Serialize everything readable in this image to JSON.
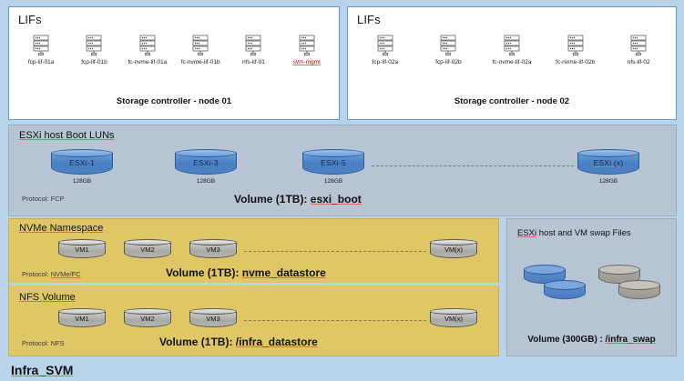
{
  "diagram": {
    "svm_label": "Infra_SVM"
  },
  "nodes": [
    {
      "panel_title": "LIFs",
      "caption": "Storage controller - node 01",
      "lifs": [
        {
          "label": "fcp-lif-01a",
          "icon": "server-rack-icon",
          "flagged": false
        },
        {
          "label": "fcp-lif-01b",
          "icon": "server-rack-icon",
          "flagged": false
        },
        {
          "label": "fc-nvme-lif-01a",
          "icon": "server-rack-icon",
          "flagged": false
        },
        {
          "label": "fc-nvme-lif-01b",
          "icon": "server-rack-icon",
          "flagged": false
        },
        {
          "label": "nfs-lif-01",
          "icon": "server-rack-icon",
          "flagged": false
        },
        {
          "label": "svm-mgmt",
          "icon": "server-rack-icon",
          "flagged": true
        }
      ]
    },
    {
      "panel_title": "LIFs",
      "caption": "Storage controller - node 02",
      "lifs": [
        {
          "label": "fcp-lif-02a",
          "icon": "server-rack-icon",
          "flagged": false
        },
        {
          "label": "fcp-lif-02b",
          "icon": "server-rack-icon",
          "flagged": false
        },
        {
          "label": "fc-nvme-lif-02a",
          "icon": "server-rack-icon",
          "flagged": false
        },
        {
          "label": "fc-nvme-lif-02b",
          "icon": "server-rack-icon",
          "flagged": false
        },
        {
          "label": "nfs-lif-02",
          "icon": "server-rack-icon",
          "flagged": false
        }
      ]
    }
  ],
  "boot_luns": {
    "title": "ESXi host Boot LUNs",
    "protocol": "Protocol: FCP",
    "protocol_prefix": "Protocol: ",
    "protocol_value": "FCP",
    "volume_prefix": "Volume (1TB): ",
    "volume_name": "esxi_boot",
    "luns": [
      {
        "label": "ESXi-1",
        "size": "128GB",
        "flagged": false
      },
      {
        "label": "ESXi-3",
        "size": "128GB",
        "flagged": false
      },
      {
        "label": "ESXi-5",
        "size": "128GB",
        "flagged": false
      },
      {
        "label": "ESXi (x)",
        "size": "128GB",
        "flagged": true
      }
    ]
  },
  "nvme_namespace": {
    "title": "NVMe Namespace",
    "protocol_prefix": "Protocol: ",
    "protocol_value": "NVMe/FC",
    "volume_prefix": "Volume (1TB): ",
    "volume_name": "nvme_datastore",
    "vms": [
      {
        "label": "VM1"
      },
      {
        "label": "VM2"
      },
      {
        "label": "VM3"
      },
      {
        "label": "VM(x)"
      }
    ]
  },
  "nfs_volume": {
    "title": "NFS Volume",
    "protocol_prefix": "Protocol: ",
    "protocol_value": "NFS",
    "volume_prefix": "Volume (1TB): ",
    "volume_name": "/infra_datastore",
    "vms": [
      {
        "label": "VM1"
      },
      {
        "label": "VM2"
      },
      {
        "label": "VM3"
      },
      {
        "label": "VM(x)"
      }
    ]
  },
  "swap": {
    "title_prefix": "ESXi",
    "title_rest": " host and VM swap Files",
    "volume_prefix": "Volume (300GB) : ",
    "volume_name": "/infra_swap"
  },
  "colors": {
    "canvas_blue": "#b9d3ea",
    "panel_gray": "#b6c4d4",
    "panel_yellow": "#e0c766",
    "accent_blue": "#5b9bd5",
    "flag_red": "#c00000"
  }
}
